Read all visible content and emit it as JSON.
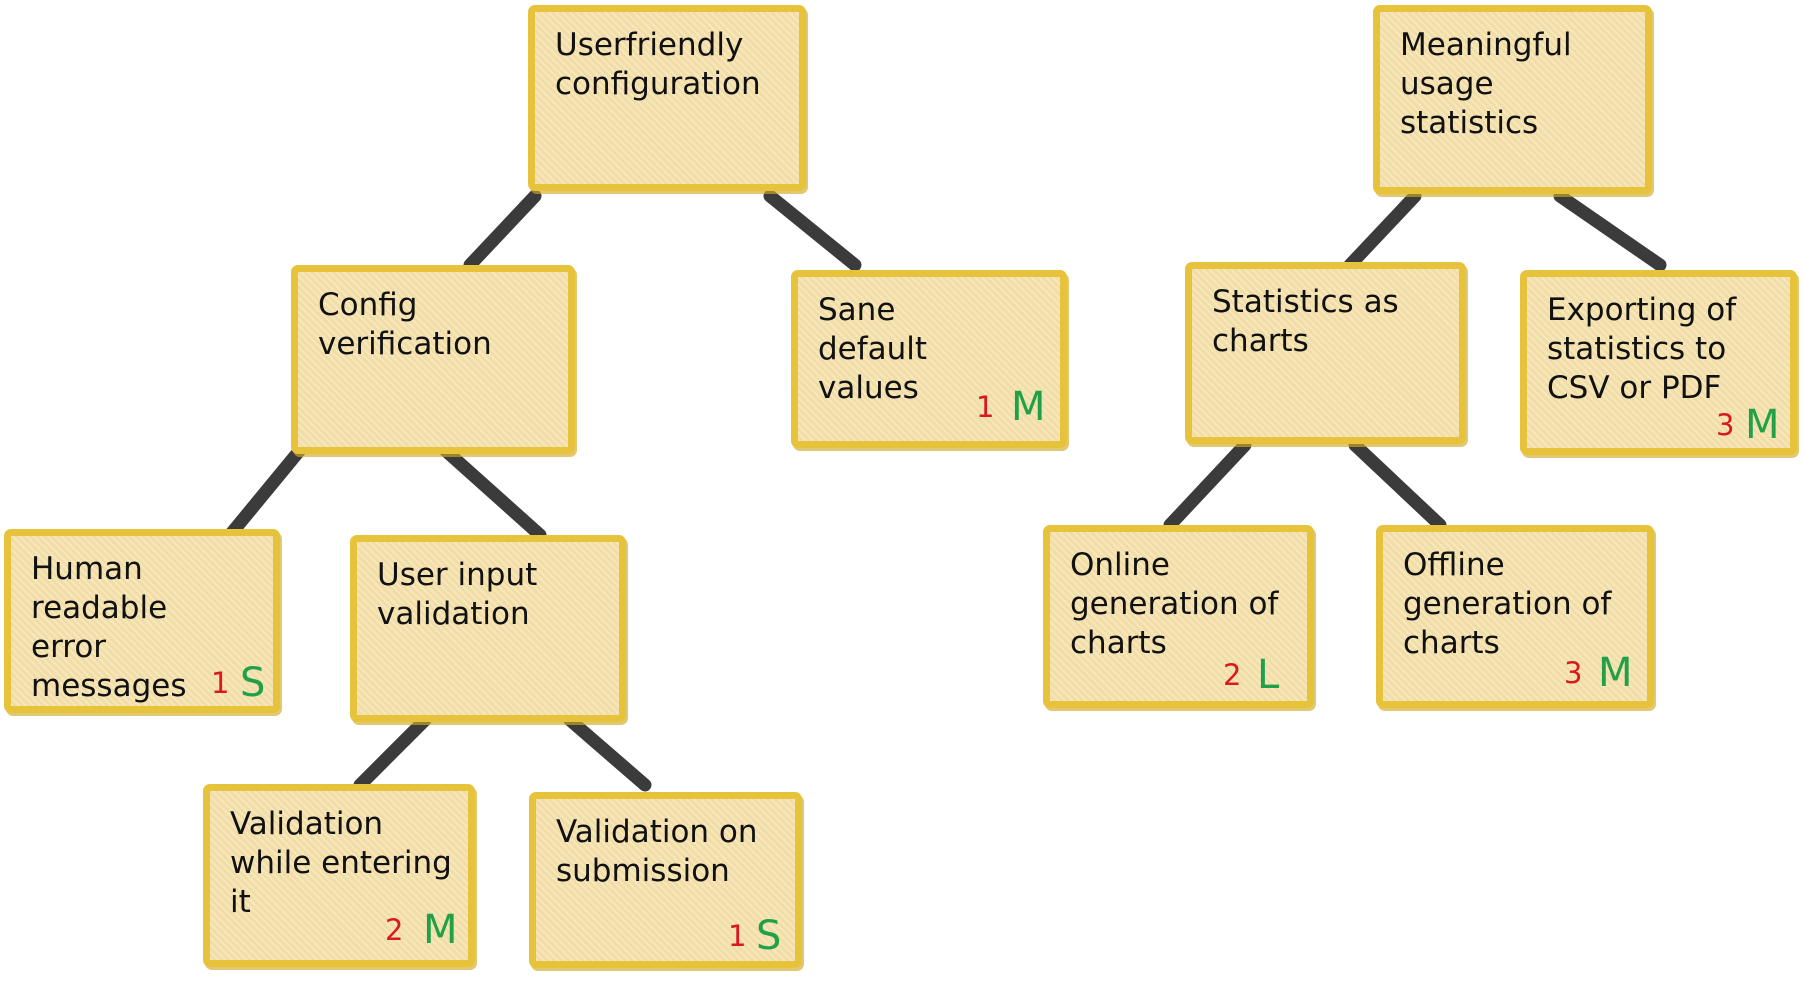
{
  "diagram": {
    "nodes": [
      {
        "id": "n1",
        "label": "Userfriendly\nconfiguration",
        "priority": "",
        "size": ""
      },
      {
        "id": "n2",
        "label": "Config\nverification",
        "priority": "",
        "size": ""
      },
      {
        "id": "n3",
        "label": "Sane\ndefault\nvalues",
        "priority": "1",
        "size": "M"
      },
      {
        "id": "n4",
        "label": "Human\nreadable\nerror\nmessages",
        "priority": "1",
        "size": "S"
      },
      {
        "id": "n5",
        "label": "User input\nvalidation",
        "priority": "",
        "size": ""
      },
      {
        "id": "n6",
        "label": "Validation\nwhile entering\nit",
        "priority": "2",
        "size": "M"
      },
      {
        "id": "n7",
        "label": "Validation on\nsubmission",
        "priority": "1",
        "size": "S"
      },
      {
        "id": "n8",
        "label": "Meaningful\nusage\nstatistics",
        "priority": "",
        "size": ""
      },
      {
        "id": "n9",
        "label": "Statistics as\ncharts",
        "priority": "",
        "size": ""
      },
      {
        "id": "n10",
        "label": "Exporting of\nstatistics to\nCSV or PDF",
        "priority": "3",
        "size": "M"
      },
      {
        "id": "n11",
        "label": "Online\ngeneration of\ncharts",
        "priority": "2",
        "size": "L"
      },
      {
        "id": "n12",
        "label": "Offline\ngeneration of\ncharts",
        "priority": "3",
        "size": "M"
      }
    ],
    "edges": [
      {
        "from": "n1",
        "to": "n2"
      },
      {
        "from": "n1",
        "to": "n3"
      },
      {
        "from": "n2",
        "to": "n4"
      },
      {
        "from": "n2",
        "to": "n5"
      },
      {
        "from": "n5",
        "to": "n6"
      },
      {
        "from": "n5",
        "to": "n7"
      },
      {
        "from": "n8",
        "to": "n9"
      },
      {
        "from": "n8",
        "to": "n10"
      },
      {
        "from": "n9",
        "to": "n11"
      },
      {
        "from": "n9",
        "to": "n12"
      }
    ],
    "colors": {
      "card_fill": "#f6e2ac",
      "card_border": "#e6c33b",
      "connector": "#3b3b3b",
      "priority": "#d71920",
      "size": "#21a048",
      "text": "#111111"
    }
  }
}
